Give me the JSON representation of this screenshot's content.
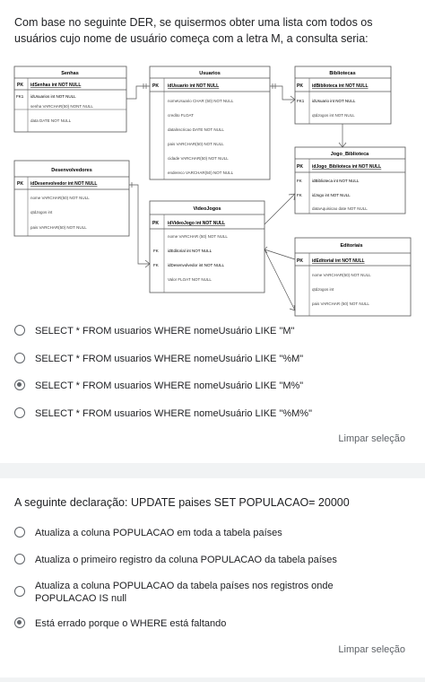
{
  "question1": {
    "text": "Com base no seguinte DER, se quisermos obter uma lista com todos os usuários cujo nome de usuário começa com a letra M, a consulta seria:",
    "options": [
      {
        "label": "SELECT * FROM usuarios WHERE nomeUsuário LIKE \"M\"",
        "checked": false
      },
      {
        "label": "SELECT * FROM usuarios WHERE nomeUsuário LIKE \"%M\"",
        "checked": false
      },
      {
        "label": "SELECT * FROM usuarios WHERE nomeUsuário LIKE \"M%\"",
        "checked": true
      },
      {
        "label": "SELECT * FROM usuarios WHERE nomeUsuário LIKE \"%M%\"",
        "checked": false
      }
    ],
    "clear_label": "Limpar seleção"
  },
  "diagram": {
    "tables": {
      "senhas": {
        "name": "Senhas",
        "rows": [
          {
            "key": "PK",
            "text": "idSenhas int NOT NULL"
          },
          {
            "key": "FK1",
            "text": "idUsuarios int NOT NULL"
          },
          {
            "key": "",
            "text": "senha VARCHAR(50) NONT NULL"
          },
          {
            "key": "",
            "text": "data DATE NOT NULL"
          }
        ]
      },
      "usuarios": {
        "name": "Usuarios",
        "rows": [
          {
            "key": "PK",
            "text": "idUsuario int NOT NULL"
          },
          {
            "key": "",
            "text": "nomeUsuario  CHAR (50) NOT NULL"
          },
          {
            "key": "",
            "text": "credito FLOAT"
          },
          {
            "key": "",
            "text": "datalnscricao DATE NOT NULL"
          },
          {
            "key": "",
            "text": "pais VARCHAR(50) NOT NULL"
          },
          {
            "key": "",
            "text": "cidade VARCHAR(50)  NOT NULL"
          },
          {
            "key": "",
            "text": "endereco  VARCHAR(50) NOT NULL"
          }
        ]
      },
      "bibliotecas": {
        "name": "Bibliotecas",
        "rows": [
          {
            "key": "PK",
            "text": "idBiblioteca int NOT NULL"
          },
          {
            "key": "FK1",
            "text": "idUsuario int NOT NULL"
          },
          {
            "key": "",
            "text": "qtdJogos int NOT NULL"
          }
        ]
      },
      "jogo_biblioteca": {
        "name": "Jogo_Biblioteca",
        "rows": [
          {
            "key": "PK",
            "text": "idJogo_Biblioteca int NOT NULL"
          },
          {
            "key": "FK",
            "text": "idBiblioteca int NOT NULL"
          },
          {
            "key": "FK",
            "text": "idJogo int NOT NULL"
          },
          {
            "key": "",
            "text": "dataAquisicao date NOT NULL"
          }
        ]
      },
      "desenvolvedores": {
        "name": "Desenvolvedores",
        "rows": [
          {
            "key": "PK",
            "text": "idDesenvolvedor int NOT NULL"
          },
          {
            "key": "",
            "text": "nome VARCHAR(50) NOT NULL"
          },
          {
            "key": "",
            "text": "qtdJogos int"
          },
          {
            "key": "",
            "text": "pais VARCHAR(50) NOT NULL"
          }
        ]
      },
      "videojogos": {
        "name": "VideoJogos",
        "rows": [
          {
            "key": "PK",
            "text": "idVideoJogo int NOT NULL"
          },
          {
            "key": "",
            "text": "nome VARCHAR (50) NOT NULL"
          },
          {
            "key": "FK",
            "text": "idEditorial int NOT NULL"
          },
          {
            "key": "FK",
            "text": "idDesenvolvedor int NOT NULL"
          },
          {
            "key": "",
            "text": "Valor FLOAT NOT NULL"
          }
        ]
      },
      "editoriais": {
        "name": "Editoriais",
        "rows": [
          {
            "key": "PK",
            "text": "idEditorial int NOT NULL"
          },
          {
            "key": "",
            "text": "nome VARCHAR(50) NOT NULL"
          },
          {
            "key": "",
            "text": "qtdJogos int"
          },
          {
            "key": "",
            "text": "pais VARCHAR (50)  NOT NULL"
          }
        ]
      }
    }
  },
  "question2": {
    "text": "A seguinte declaração: UPDATE paises SET POPULACAO= 20000",
    "options": [
      {
        "label": "Atualiza a coluna POPULACAO em toda a tabela países",
        "checked": false
      },
      {
        "label": "Atualiza o primeiro registro da coluna POPULACAO da tabela países",
        "checked": false
      },
      {
        "label": "Atualiza a coluna POPULACAO da tabela países nos registros onde POPULACAO IS null",
        "checked": false
      },
      {
        "label": "Está errado porque o WHERE está faltando",
        "checked": true
      }
    ],
    "clear_label": "Limpar seleção"
  }
}
